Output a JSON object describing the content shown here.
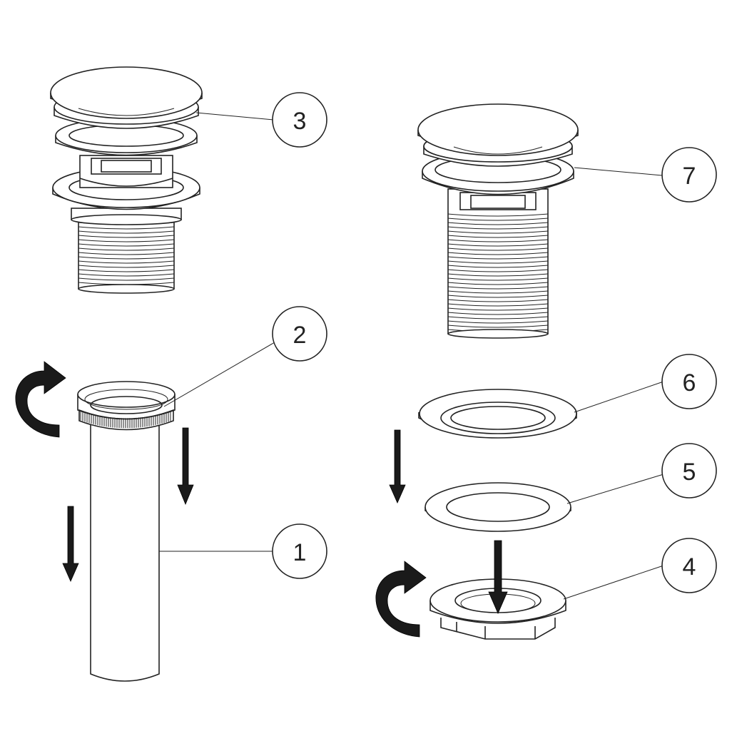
{
  "callouts": [
    {
      "id": "1",
      "label": "1"
    },
    {
      "id": "2",
      "label": "2"
    },
    {
      "id": "3",
      "label": "3"
    },
    {
      "id": "4",
      "label": "4"
    },
    {
      "id": "5",
      "label": "5"
    },
    {
      "id": "6",
      "label": "6"
    },
    {
      "id": "7",
      "label": "7"
    }
  ],
  "colors": {
    "line": "#222222",
    "background": "#ffffff",
    "arrow": "#1a1a1a"
  }
}
